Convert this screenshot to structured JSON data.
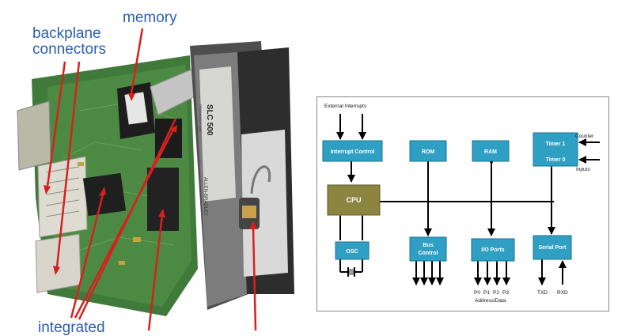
{
  "photo": {
    "labels": {
      "memory": "memory",
      "backplane_line1": "backplane",
      "backplane_line2": "connectors",
      "integrated_partial": "integrated"
    },
    "module_face": {
      "brand": "SLC 500",
      "subtitle": "PROCESSOR UNIT",
      "maker": "ALLEN-BRADLEY"
    }
  },
  "diagram": {
    "external_interrupts": "External Interrupts",
    "interrupt_control": "Interrupt Control",
    "rom": "ROM",
    "ram": "RAM",
    "timer1": "Timer 1",
    "timer0": "Timer 0",
    "counter": "Counter",
    "inputs": "Inputs",
    "cpu": "CPU",
    "osc": "OSC",
    "bus_control_1": "Bus",
    "bus_control_2": "Control",
    "io_ports": "I/O Ports",
    "serial_port": "Serial Port",
    "p0": "P0",
    "p1": "P1",
    "p2": "P2",
    "p3": "P3",
    "address_data": "Address/Data",
    "txd": "TXD",
    "rxd": "RXD"
  },
  "colors": {
    "callout_text": "#2a5fae",
    "arrow_red": "#d62020",
    "block_blue": "#2f9fc4",
    "cpu_olive": "#8b8540",
    "board_green": "#3f7a3a"
  }
}
